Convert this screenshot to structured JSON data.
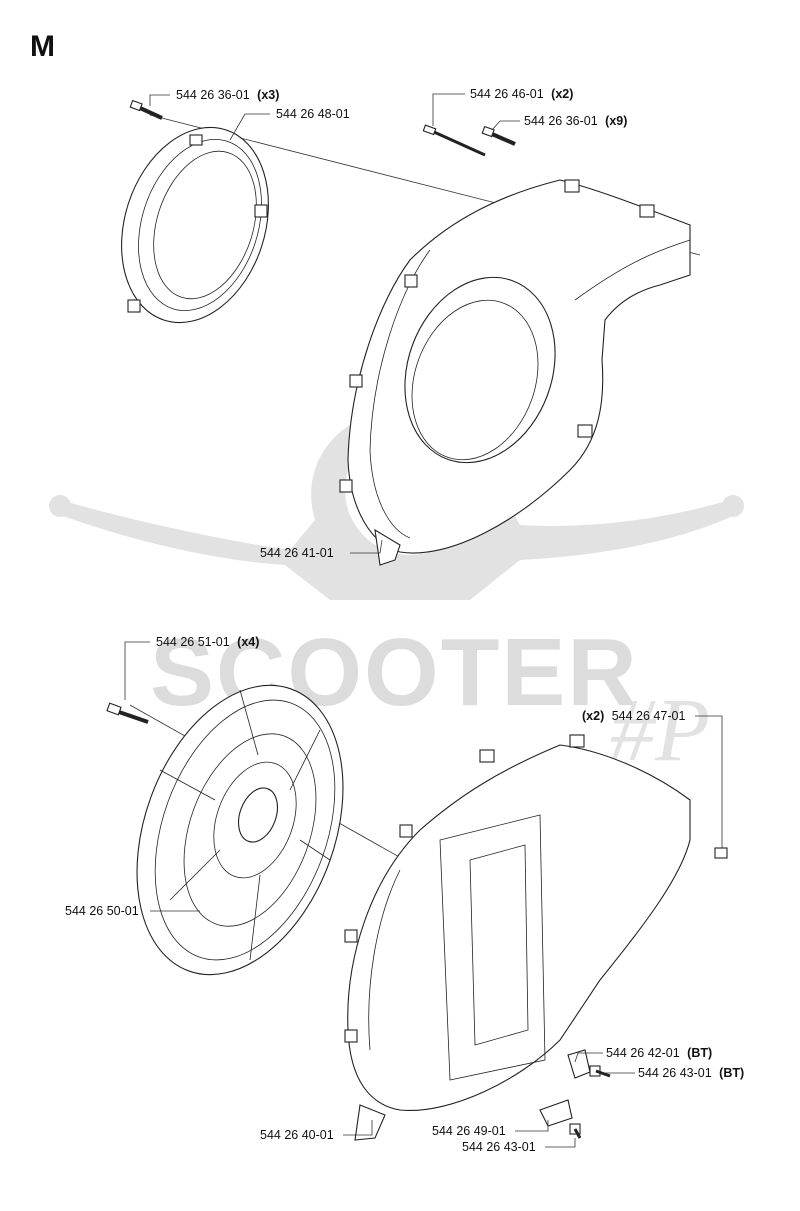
{
  "page": {
    "section_letter": "M"
  },
  "watermark": {
    "text": "SCOOTER",
    "suffix": "#P"
  },
  "labels": [
    {
      "number": "544 26 36-01",
      "qty": "(x3)",
      "qty_side": "after"
    },
    {
      "number": "544 26 48-01",
      "qty": "",
      "qty_side": "after"
    },
    {
      "number": "544 26 46-01",
      "qty": "(x2)",
      "qty_side": "after"
    },
    {
      "number": "544 26 36-01",
      "qty": "(x9)",
      "qty_side": "after"
    },
    {
      "number": "544 26 41-01",
      "qty": "",
      "qty_side": "after"
    },
    {
      "number": "544 26 51-01",
      "qty": "(x4)",
      "qty_side": "after"
    },
    {
      "number": "544 26 47-01",
      "qty": "(x2)",
      "qty_side": "before"
    },
    {
      "number": "544 26 50-01",
      "qty": "",
      "qty_side": "after"
    },
    {
      "number": "544 26 42-01",
      "qty": "(BT)",
      "qty_side": "after"
    },
    {
      "number": "544 26 43-01",
      "qty": "(BT)",
      "qty_side": "after"
    },
    {
      "number": "544 26 40-01",
      "qty": "",
      "qty_side": "after"
    },
    {
      "number": "544 26 49-01",
      "qty": "",
      "qty_side": "after"
    },
    {
      "number": "544 26 43-01",
      "qty": "",
      "qty_side": "after"
    }
  ]
}
